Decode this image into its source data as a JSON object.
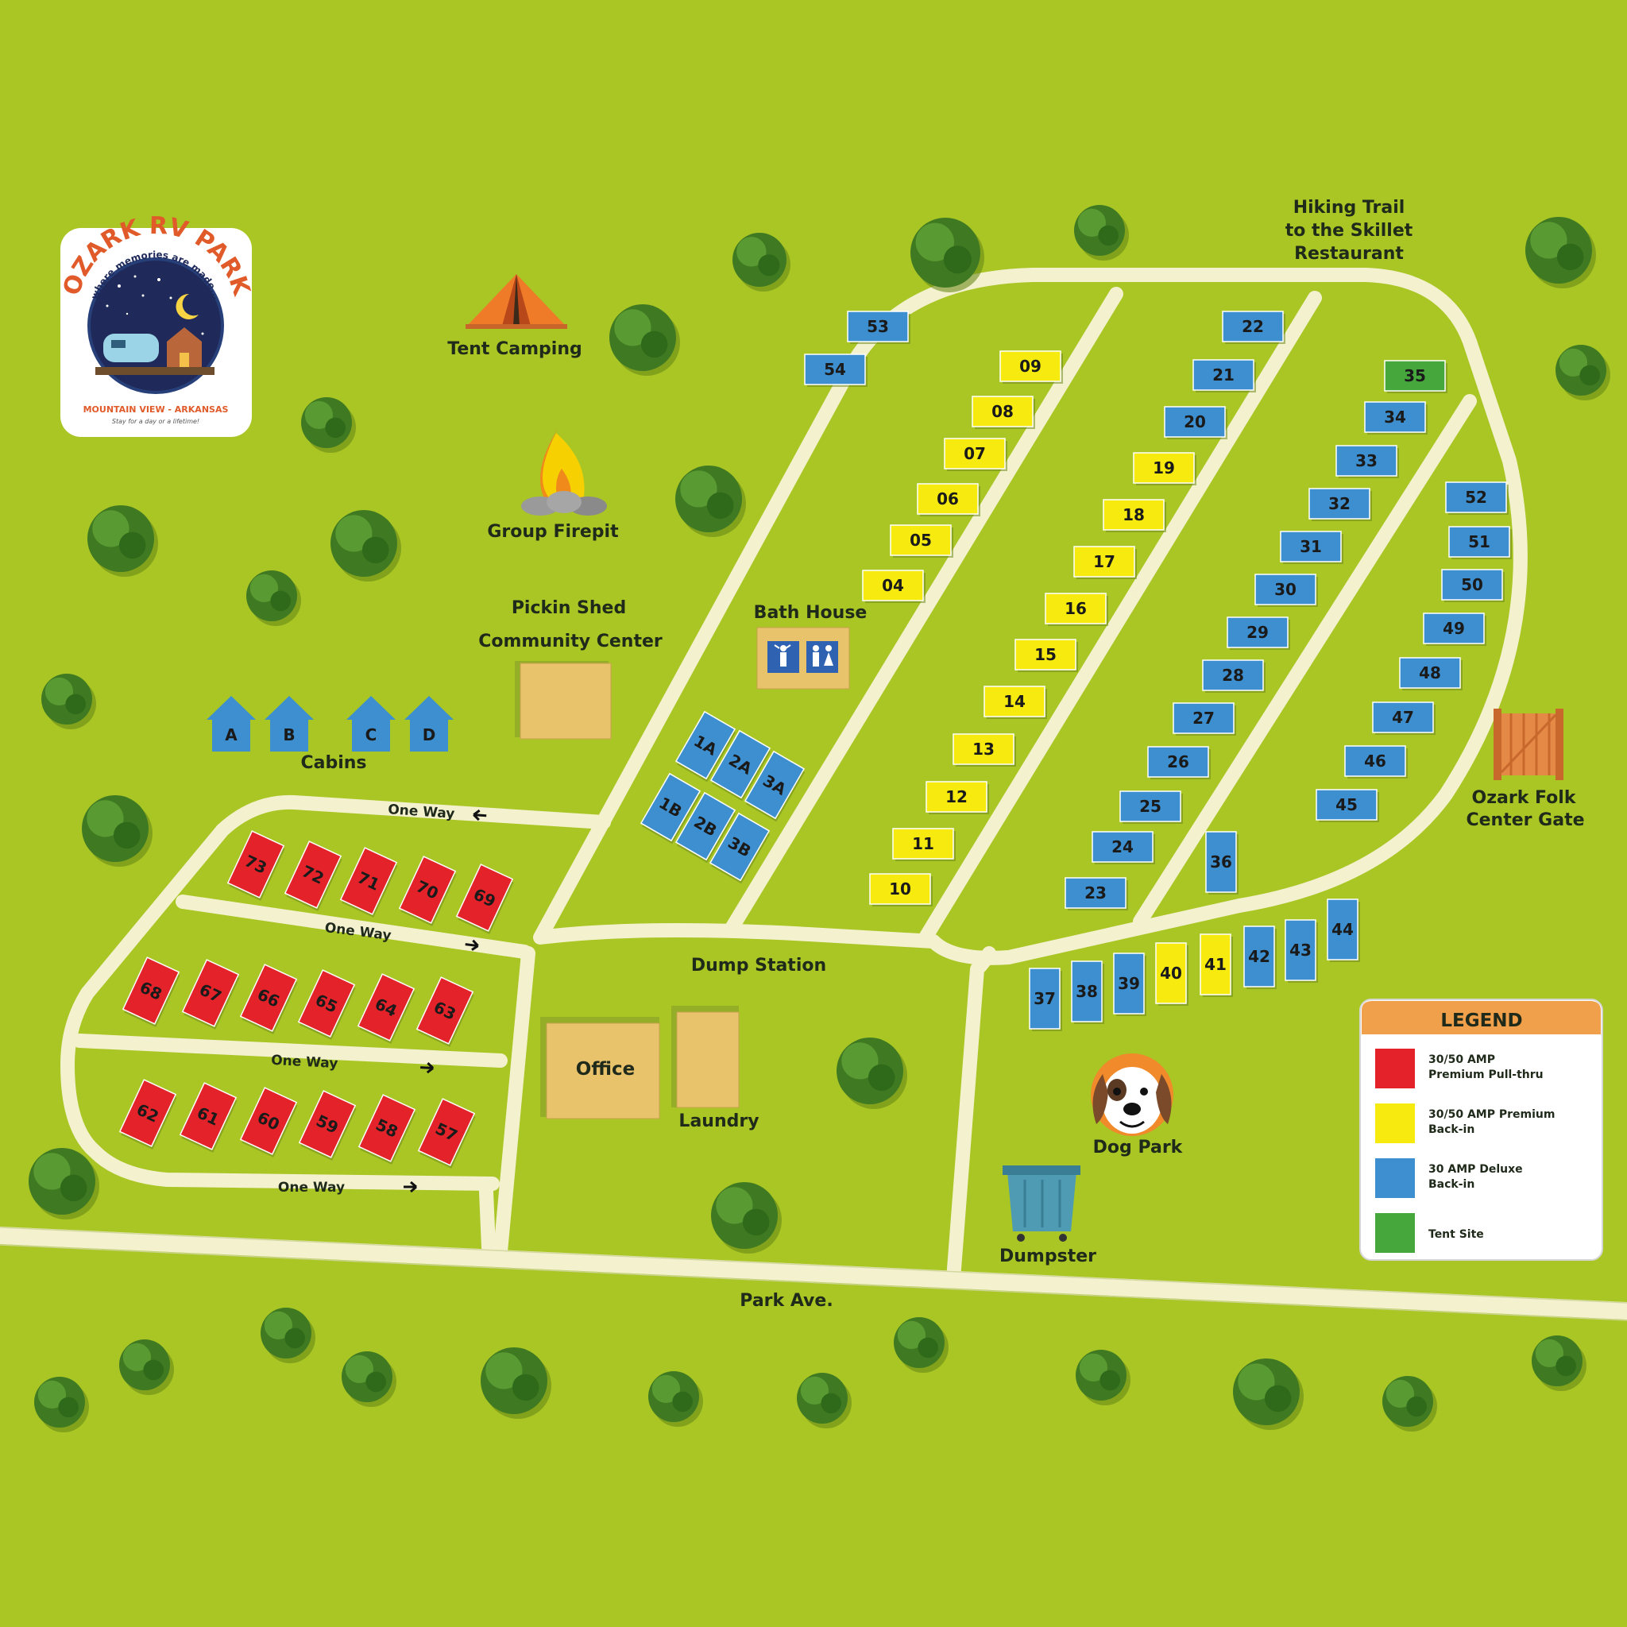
{
  "logo": {
    "name": "OZARK RV PARK",
    "tagline": "where memories are made...",
    "location": "MOUNTAIN VIEW - ARKANSAS",
    "slogan": "Stay for a day or a lifetime!"
  },
  "labels": {
    "hiking_trail_line1": "Hiking Trail",
    "hiking_trail_line2": "to the Skillet",
    "hiking_trail_line3": "Restaurant",
    "tent_camping": "Tent Camping",
    "group_firepit": "Group Firepit",
    "pickin_shed": "Pickin Shed",
    "community_center": "Community Center",
    "bath_house": "Bath House",
    "cabins": "Cabins",
    "one_way_1": "One Way",
    "one_way_2": "One Way",
    "one_way_3": "One Way",
    "one_way_4": "One Way",
    "dump_station": "Dump Station",
    "office": "Office",
    "laundry": "Laundry",
    "dog_park": "Dog Park",
    "dumpster": "Dumpster",
    "park_ave": "Park Ave.",
    "folk_gate_line1": "Ozark Folk",
    "folk_gate_line2": "Center Gate"
  },
  "cabins": [
    "A",
    "B",
    "C",
    "D"
  ],
  "colors": {
    "grass": "#a9c624",
    "road": "#f4f1cf",
    "premium_pull_thru": "#e4222a",
    "premium_back_in": "#f6ea0f",
    "deluxe_back_in": "#3d8fcf",
    "tent_site": "#46a83c",
    "building": "#e9c36c"
  },
  "legend": {
    "title": "LEGEND",
    "items": [
      {
        "type": "premium_pull_thru",
        "line1": "30/50 AMP",
        "line2": "Premium Pull-thru"
      },
      {
        "type": "premium_back_in",
        "line1": "30/50 AMP Premium",
        "line2": "Back-in"
      },
      {
        "type": "deluxe_back_in",
        "line1": "30 AMP Deluxe",
        "line2": "Back-in"
      },
      {
        "type": "tent_site",
        "line1": "Tent Site",
        "line2": ""
      }
    ]
  },
  "sites": [
    {
      "n": "53",
      "type": "deluxe_back_in"
    },
    {
      "n": "54",
      "type": "deluxe_back_in"
    },
    {
      "n": "09",
      "type": "premium_back_in"
    },
    {
      "n": "08",
      "type": "premium_back_in"
    },
    {
      "n": "07",
      "type": "premium_back_in"
    },
    {
      "n": "06",
      "type": "premium_back_in"
    },
    {
      "n": "05",
      "type": "premium_back_in"
    },
    {
      "n": "04",
      "type": "premium_back_in"
    },
    {
      "n": "15",
      "type": "premium_back_in"
    },
    {
      "n": "14",
      "type": "premium_back_in"
    },
    {
      "n": "13",
      "type": "premium_back_in"
    },
    {
      "n": "12",
      "type": "premium_back_in"
    },
    {
      "n": "11",
      "type": "premium_back_in"
    },
    {
      "n": "10",
      "type": "premium_back_in"
    },
    {
      "n": "16",
      "type": "premium_back_in"
    },
    {
      "n": "17",
      "type": "premium_back_in"
    },
    {
      "n": "18",
      "type": "premium_back_in"
    },
    {
      "n": "19",
      "type": "premium_back_in"
    },
    {
      "n": "20",
      "type": "deluxe_back_in"
    },
    {
      "n": "21",
      "type": "deluxe_back_in"
    },
    {
      "n": "22",
      "type": "deluxe_back_in"
    },
    {
      "n": "23",
      "type": "deluxe_back_in"
    },
    {
      "n": "24",
      "type": "deluxe_back_in"
    },
    {
      "n": "25",
      "type": "deluxe_back_in"
    },
    {
      "n": "26",
      "type": "deluxe_back_in"
    },
    {
      "n": "27",
      "type": "deluxe_back_in"
    },
    {
      "n": "28",
      "type": "deluxe_back_in"
    },
    {
      "n": "29",
      "type": "deluxe_back_in"
    },
    {
      "n": "30",
      "type": "deluxe_back_in"
    },
    {
      "n": "31",
      "type": "deluxe_back_in"
    },
    {
      "n": "32",
      "type": "deluxe_back_in"
    },
    {
      "n": "33",
      "type": "deluxe_back_in"
    },
    {
      "n": "34",
      "type": "deluxe_back_in"
    },
    {
      "n": "35",
      "type": "tent_site"
    },
    {
      "n": "36",
      "type": "deluxe_back_in"
    },
    {
      "n": "37",
      "type": "deluxe_back_in"
    },
    {
      "n": "38",
      "type": "deluxe_back_in"
    },
    {
      "n": "39",
      "type": "deluxe_back_in"
    },
    {
      "n": "40",
      "type": "premium_back_in"
    },
    {
      "n": "41",
      "type": "premium_back_in"
    },
    {
      "n": "42",
      "type": "deluxe_back_in"
    },
    {
      "n": "43",
      "type": "deluxe_back_in"
    },
    {
      "n": "44",
      "type": "deluxe_back_in"
    },
    {
      "n": "45",
      "type": "deluxe_back_in"
    },
    {
      "n": "46",
      "type": "deluxe_back_in"
    },
    {
      "n": "47",
      "type": "deluxe_back_in"
    },
    {
      "n": "48",
      "type": "deluxe_back_in"
    },
    {
      "n": "49",
      "type": "deluxe_back_in"
    },
    {
      "n": "50",
      "type": "deluxe_back_in"
    },
    {
      "n": "51",
      "type": "deluxe_back_in"
    },
    {
      "n": "52",
      "type": "deluxe_back_in"
    },
    {
      "n": "1A",
      "type": "deluxe_back_in"
    },
    {
      "n": "2A",
      "type": "deluxe_back_in"
    },
    {
      "n": "3A",
      "type": "deluxe_back_in"
    },
    {
      "n": "1B",
      "type": "deluxe_back_in"
    },
    {
      "n": "2B",
      "type": "deluxe_back_in"
    },
    {
      "n": "3B",
      "type": "deluxe_back_in"
    },
    {
      "n": "73",
      "type": "premium_pull_thru"
    },
    {
      "n": "72",
      "type": "premium_pull_thru"
    },
    {
      "n": "71",
      "type": "premium_pull_thru"
    },
    {
      "n": "70",
      "type": "premium_pull_thru"
    },
    {
      "n": "69",
      "type": "premium_pull_thru"
    },
    {
      "n": "68",
      "type": "premium_pull_thru"
    },
    {
      "n": "67",
      "type": "premium_pull_thru"
    },
    {
      "n": "66",
      "type": "premium_pull_thru"
    },
    {
      "n": "65",
      "type": "premium_pull_thru"
    },
    {
      "n": "64",
      "type": "premium_pull_thru"
    },
    {
      "n": "63",
      "type": "premium_pull_thru"
    },
    {
      "n": "62",
      "type": "premium_pull_thru"
    },
    {
      "n": "61",
      "type": "premium_pull_thru"
    },
    {
      "n": "60",
      "type": "premium_pull_thru"
    },
    {
      "n": "59",
      "type": "premium_pull_thru"
    },
    {
      "n": "58",
      "type": "premium_pull_thru"
    },
    {
      "n": "57",
      "type": "premium_pull_thru"
    }
  ]
}
